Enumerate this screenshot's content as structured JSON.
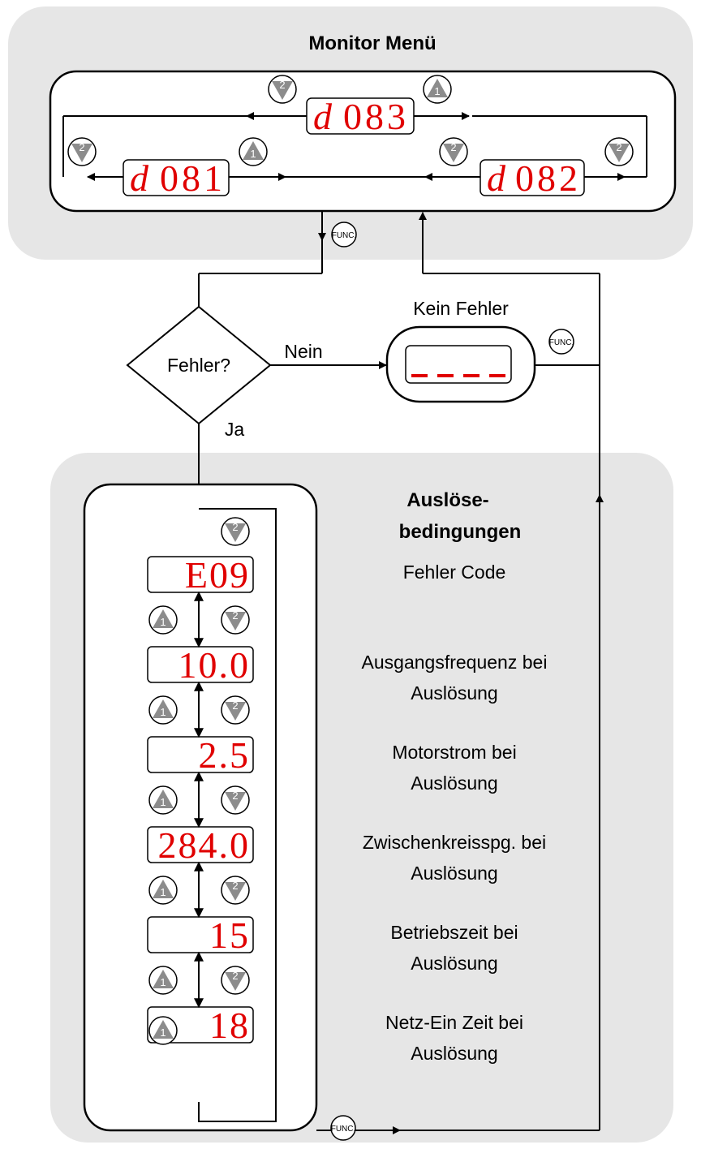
{
  "monitor": {
    "title": "Monitor Menü",
    "displays": [
      {
        "prefix": "d",
        "code": "083"
      },
      {
        "prefix": "d",
        "code": "081"
      },
      {
        "prefix": "d",
        "code": "082"
      }
    ]
  },
  "flow": {
    "decision": "Fehler?",
    "no_label": "Nein",
    "yes_label": "Ja",
    "no_error_title": "Kein Fehler",
    "no_error_display": "----"
  },
  "trip": {
    "title_line1": "Auslöse-",
    "title_line2": "bedingungen",
    "items": [
      {
        "value": "E09",
        "desc1": "Fehler Code",
        "desc2": ""
      },
      {
        "value": "10.0",
        "desc1": "Ausgangsfrequenz bei",
        "desc2": "Auslösung"
      },
      {
        "value": "2.5",
        "desc1": "Motorstrom bei",
        "desc2": "Auslösung"
      },
      {
        "value": "284.0",
        "desc1": "Zwischenkreisspg. bei",
        "desc2": "Auslösung"
      },
      {
        "value": "15",
        "desc1": "Betriebszeit bei",
        "desc2": "Auslösung"
      },
      {
        "value": "18",
        "desc1": "Netz-Ein Zeit bei",
        "desc2": "Auslösung"
      }
    ]
  },
  "buttons": {
    "up_label": "1",
    "down_label": "2",
    "func_label": "FUNC."
  },
  "colors": {
    "panel": "#e6e6e6",
    "display_text": "#e00000",
    "button_fill": "#8c8c8c"
  }
}
